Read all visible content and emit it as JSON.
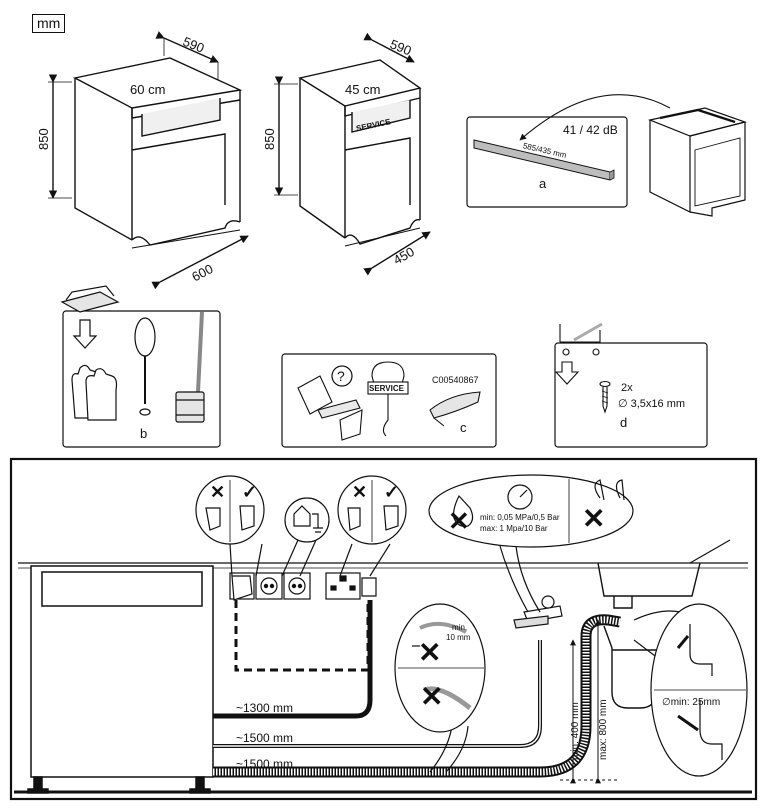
{
  "unit": "mm",
  "dishwasher_60": {
    "width_label": "60 cm",
    "depth": "590",
    "height": "850",
    "width": "600"
  },
  "dishwasher_45": {
    "width_label": "45 cm",
    "depth": "590",
    "height": "850",
    "width": "450"
  },
  "panel_a": {
    "noise": "41 / 42 dB",
    "strip_length": "585/435 mm",
    "letter": "a"
  },
  "tools_panel": {
    "letter": "b"
  },
  "docs_panel": {
    "code": "C00540867",
    "service": "SERVICE",
    "question": "?",
    "letter": "c"
  },
  "screws_panel": {
    "count": "2x",
    "size": "∅ 3,5x16 mm",
    "letter": "d"
  },
  "install": {
    "water_pressure_min": "min: 0,05 MPa/0,5 Bar",
    "water_pressure_max": "max: 1 Mpa/10 Bar",
    "cable_length": "~1300 mm",
    "inlet_hose_length": "~1500 mm",
    "drain_hose_length": "~1500 mm",
    "bend_min_label": "min.",
    "bend_min_value": "10 mm",
    "drain_min_height": "min: 400 mm",
    "drain_max_height": "max: 800 mm",
    "siphon_diameter": "∅min: 25mm",
    "cross_mark": "✕",
    "check_mark": "✓"
  }
}
